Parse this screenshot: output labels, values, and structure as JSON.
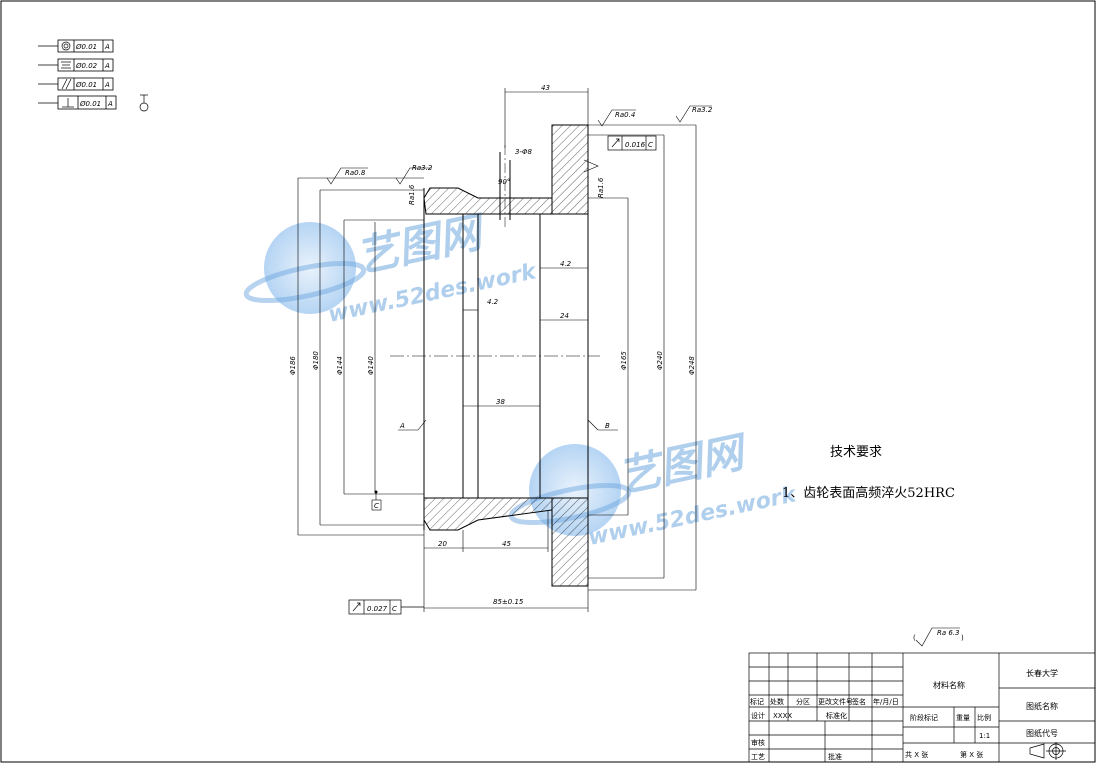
{
  "gdt_legend": [
    {
      "symbol": "concentricity",
      "tol": "Ø0.01",
      "datum": "A"
    },
    {
      "symbol": "symmetry",
      "tol": "Ø0.02",
      "datum": "A"
    },
    {
      "symbol": "parallelism",
      "tol": "Ø0.01",
      "datum": "A"
    },
    {
      "symbol": "perpendicularity",
      "tol": "Ø0.01",
      "datum": "A"
    }
  ],
  "roughness": {
    "top_left_1": "Ra0.8",
    "top_left_2": "Ra3.2",
    "top_right_1": "Ra0.4",
    "top_right_2": "Ra3.2",
    "side_left": "Ra1.6",
    "side_right": "Ra1.6",
    "general": "Ra 6.3"
  },
  "dimensions": {
    "top_width": "43",
    "holes": "3-Φ8",
    "angle": "90°",
    "bore_right": "4.2",
    "bore_left": "4.2",
    "width_24": "24",
    "width_38": "38",
    "dia_186": "Φ186",
    "dia_180": "Φ180",
    "dia_144": "Φ144",
    "dia_140": "Φ140",
    "dia_165": "Φ165",
    "dia_240": "Φ240",
    "dia_248": "Φ248",
    "bottom_20": "20",
    "bottom_45": "45",
    "overall": "85±0.15",
    "section_a": "A",
    "section_b": "B",
    "datum_c": "C"
  },
  "frames": {
    "runout_top": {
      "tol": "0.016",
      "datum": "C"
    },
    "runout_bottom": {
      "tol": "0.027",
      "datum": "C"
    }
  },
  "tech_req": {
    "title": "技术要求",
    "item1": "1、齿轮表面高频淬火52HRC"
  },
  "watermark": {
    "cn": "艺图网",
    "url": "www.52des.work"
  },
  "title_block": {
    "material_label": "材料名称",
    "school": "长春大学",
    "drawing_name": "图纸名称",
    "drawing_code": "图纸代号",
    "stage_mark": "阶段标记",
    "weight": "重量",
    "scale_label": "比例",
    "scale_value": "1:1",
    "total_sheets": "共  X  张",
    "sheet_no": "第  X  张",
    "mark": "标记",
    "count": "处数",
    "zone": "分区",
    "change_doc": "更改文件号",
    "sign": "签名",
    "date": "年/月/日",
    "design": "设计",
    "designer": "XXXX",
    "standard": "标准化",
    "review": "审核",
    "process": "工艺",
    "approve": "批准"
  }
}
